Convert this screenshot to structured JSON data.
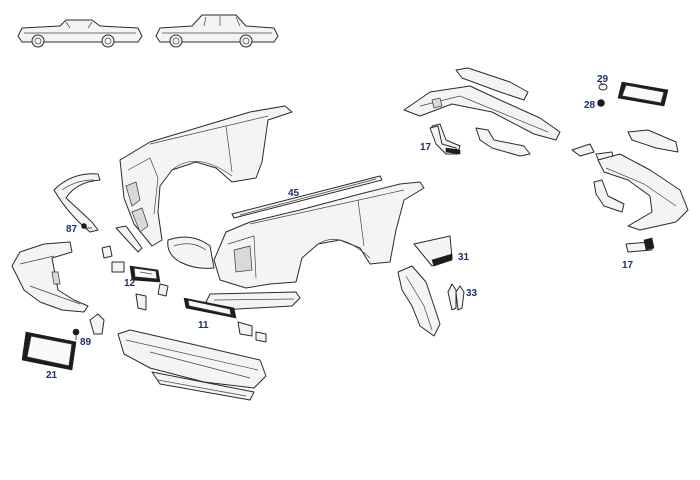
{
  "callouts": {
    "c29": "29",
    "c28": "28",
    "c17_top": "17",
    "c45": "45",
    "c87": "87",
    "c31": "31",
    "c17_right": "17",
    "c12": "12",
    "c33": "33",
    "c11": "11",
    "c89": "89",
    "c21": "21"
  },
  "colors": {
    "callout_text": "#1f2f6e",
    "line_art": "#2b2b2b"
  }
}
